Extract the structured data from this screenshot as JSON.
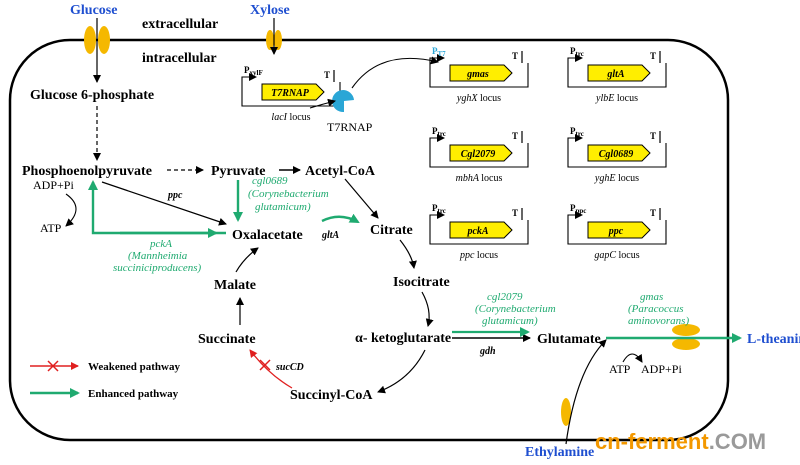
{
  "labels": {
    "glucose": "Glucose",
    "xylose": "Xylose",
    "extracellular": "extracellular",
    "intracellular": "intracellular",
    "glucose6p": "Glucose 6-phosphate",
    "pep": "Phosphoenolpyruvate",
    "pyruvate": "Pyruvate",
    "acetylcoa": "Acetyl-CoA",
    "oxalacetate": "Oxalacetate",
    "citrate": "Citrate",
    "isocitrate": "Isocitrate",
    "malate": "Malate",
    "akg": "α- ketoglutarate",
    "succinate": "Succinate",
    "succinylcoa": "Succinyl-CoA",
    "glutamate": "Glutamate",
    "ltheanine": "L-theanine",
    "ethylamine": "Ethylamine",
    "adppi_left": "ADP+Pi",
    "atp_left": "ATP",
    "atp_right": "ATP",
    "adppi_right": "ADP+Pi",
    "t7rnap_protein": "T7RNAP"
  },
  "enzymes": {
    "ppc": "ppc",
    "gltA": "gltA",
    "sucCD": "sucCD",
    "gdh": "gdh"
  },
  "green_annotations": {
    "cgl0689_gene": "cgl0689",
    "cgl0689_src": "(Corynebacterium",
    "cgl0689_src2": "glutamicum)",
    "pckA_gene": "pckA",
    "pckA_src": "(Mannheimia",
    "pckA_src2": "succiniciproducens)",
    "cgl2079_gene": "cgl2079",
    "cgl2079_src": "(Corynebacterium",
    "cgl2079_src2": "glutamicum)",
    "gmas_gene": "gmas",
    "gmas_src": "(Paracoccus",
    "gmas_src2": "aminovorans)"
  },
  "constructs": [
    {
      "promoter": "P",
      "promoter_sub": "xylF",
      "gene": "T7RNAP",
      "terminator": "T",
      "locus": "lacI",
      "locus_suffix": "locus"
    },
    {
      "promoter": "P",
      "promoter_sub": "T7",
      "gene": "gmas",
      "terminator": "T",
      "locus": "yghX",
      "locus_suffix": "locus"
    },
    {
      "promoter": "P",
      "promoter_sub": "trc",
      "gene": "gltA",
      "terminator": "T",
      "locus": "ylbE",
      "locus_suffix": "locus"
    },
    {
      "promoter": "P",
      "promoter_sub": "trc",
      "gene": "Cgl2079",
      "terminator": "T",
      "locus": "mbhA",
      "locus_suffix": "locus"
    },
    {
      "promoter": "P",
      "promoter_sub": "trc",
      "gene": "Cgl0689",
      "terminator": "T",
      "locus": "yghE",
      "locus_suffix": "locus"
    },
    {
      "promoter": "P",
      "promoter_sub": "trc",
      "gene": "pckA",
      "terminator": "T",
      "locus": "ppc",
      "locus_suffix": "locus"
    },
    {
      "promoter": "P",
      "promoter_sub": "ppc",
      "gene": "ppc",
      "terminator": "T",
      "locus": "gapC",
      "locus_suffix": "locus"
    }
  ],
  "legend": {
    "weakened": "Weakened pathway",
    "enhanced": "Enhanced pathway"
  },
  "watermark": {
    "part1": "cn-ferment",
    "part2": ".COM"
  },
  "colors": {
    "green": "#1faa70",
    "red": "#e02020",
    "blue": "#1f4fd0",
    "gene_fill": "#ffee00",
    "transporter": "#f5b800",
    "t7_blue": "#2aa6d6",
    "wm_orange": "#f39800",
    "wm_gray": "#9a9a9a"
  }
}
